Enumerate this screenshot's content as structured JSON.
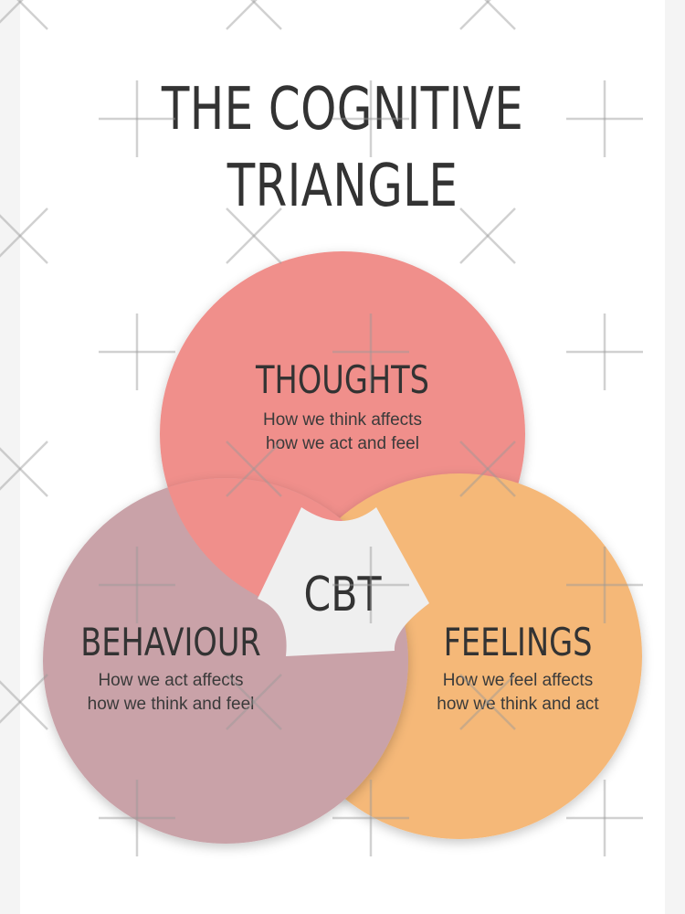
{
  "title": {
    "line1": "THE COGNITIVE",
    "line2": "TRIANGLE"
  },
  "center": {
    "label": "CBT"
  },
  "circles": {
    "thoughts": {
      "heading": "THOUGHTS",
      "line1": "How we think affects",
      "line2": "how we act and feel",
      "color": "#f08f8b"
    },
    "behaviour": {
      "heading": "BEHAVIOUR",
      "line1": "How we act affects",
      "line2": "how we think and feel",
      "color": "#c9a2a8"
    },
    "feelings": {
      "heading": "FEELINGS",
      "line1": "How we feel affects",
      "line2": "how we think and act",
      "color": "#f5b878"
    }
  },
  "colors": {
    "background": "#ffffff",
    "text": "#333333",
    "center_fill": "#efefef"
  }
}
